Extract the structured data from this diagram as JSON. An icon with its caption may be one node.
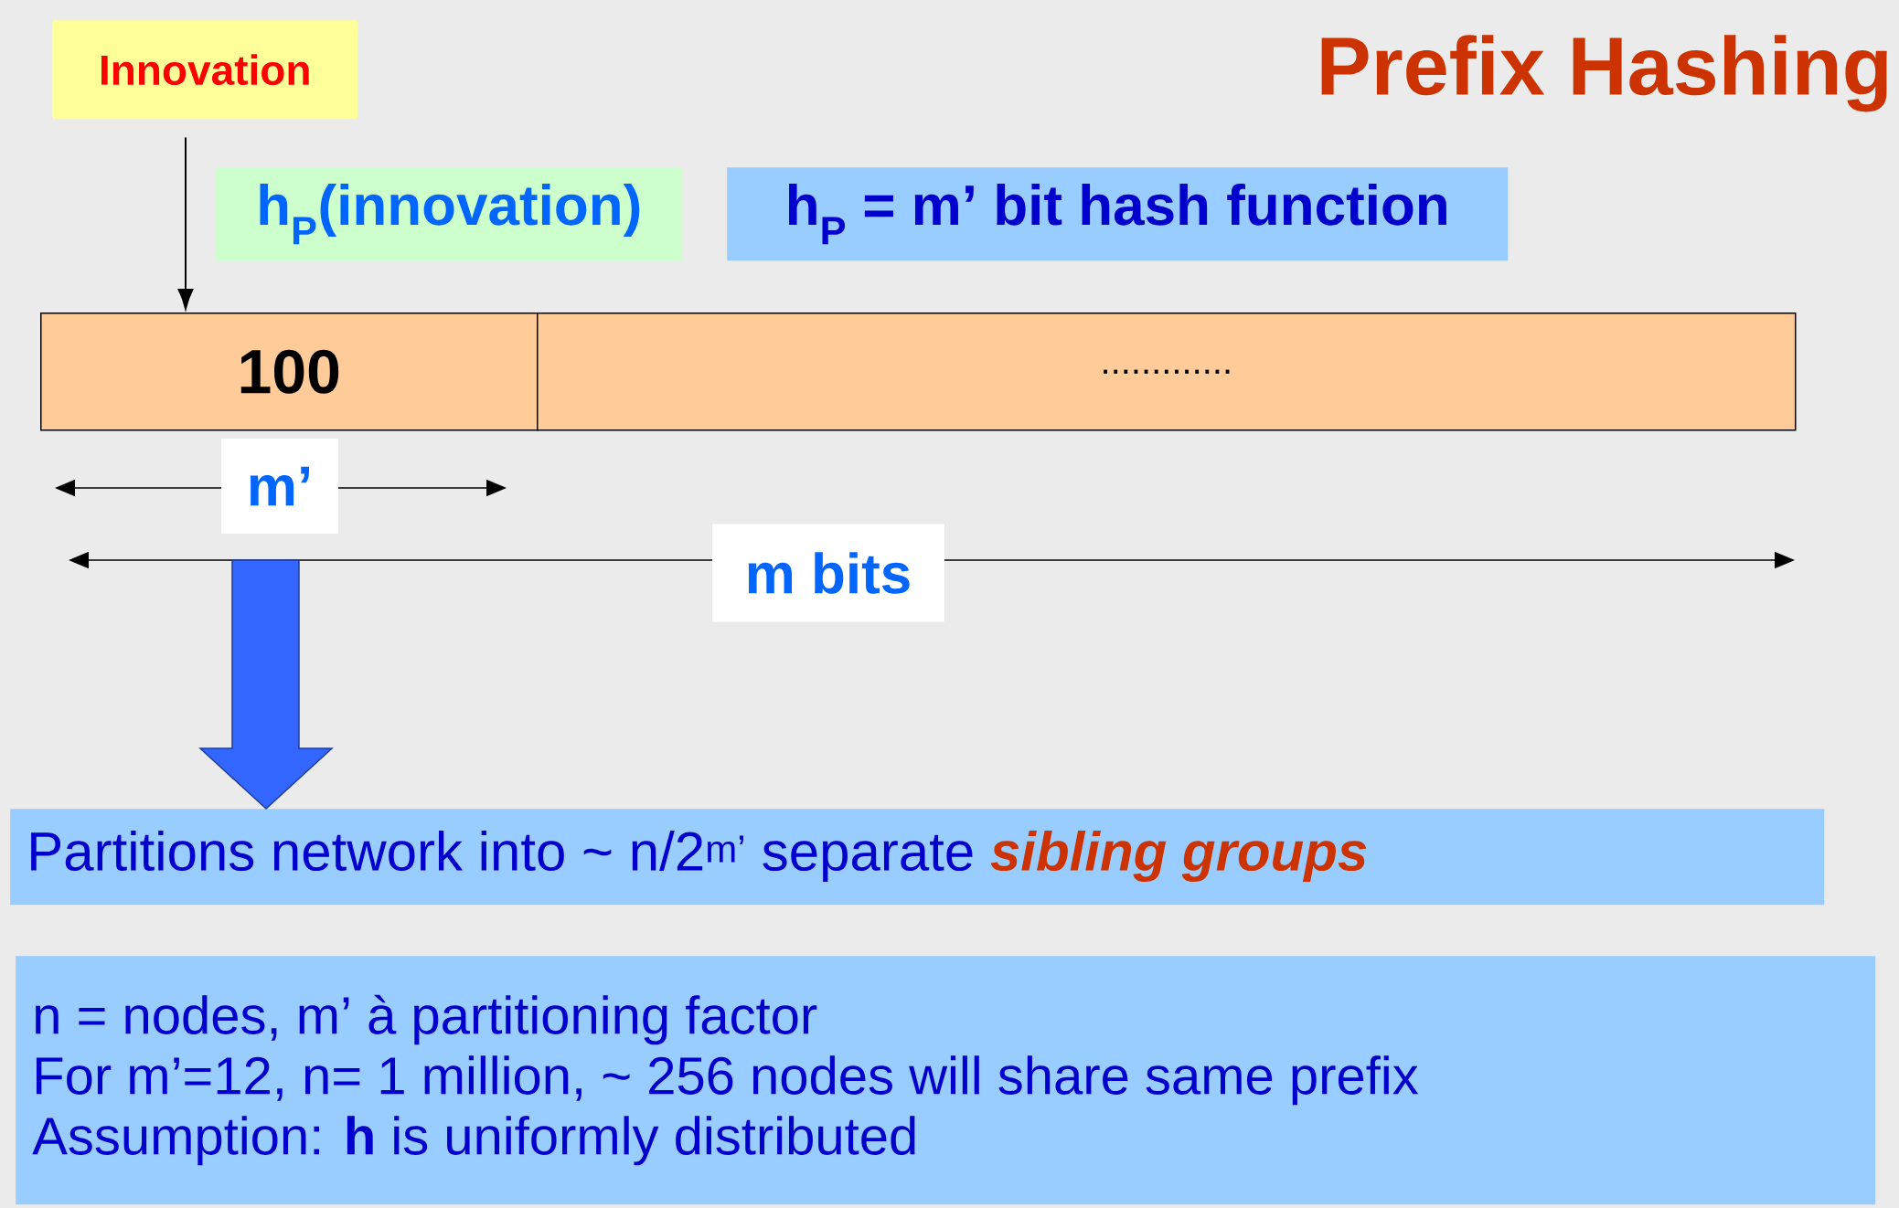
{
  "diagram": {
    "title": "Prefix Hashing",
    "nodes": [
      {
        "text": [
          "Innovation"
        ]
      },
      {
        "text": [
          "h$_{P}$(innovation)"
        ]
      },
      {
        "text": [
          "h$_{P}$ = m’ bit hash function"
        ]
      },
      {
        "text": [
          "100"
        ]
      },
      {
        "text": [
          "............."
        ]
      },
      {
        "text": [
          "Partitions network into ~ n/2$^{m’}$ separate",
          "sibling groups"
        ]
      },
      {
        "text": [
          "n = nodes, m’ à partitioning factor",
          "For m’=12, n= 1 million, ~ 256 nodes will share same prefix",
          "Assumption: **h** is uniformly distributed"
        ]
      }
    ],
    "edges": [
      {
        "from": 0,
        "to": 3,
        "arrow": "to"
      },
      {
        "from": null,
        "to": 5,
        "arrow": "to",
        "style": "thick",
        "color": "#3366ff"
      }
    ],
    "labels": [
      "m’",
      "m bits"
    ]
  }
}
